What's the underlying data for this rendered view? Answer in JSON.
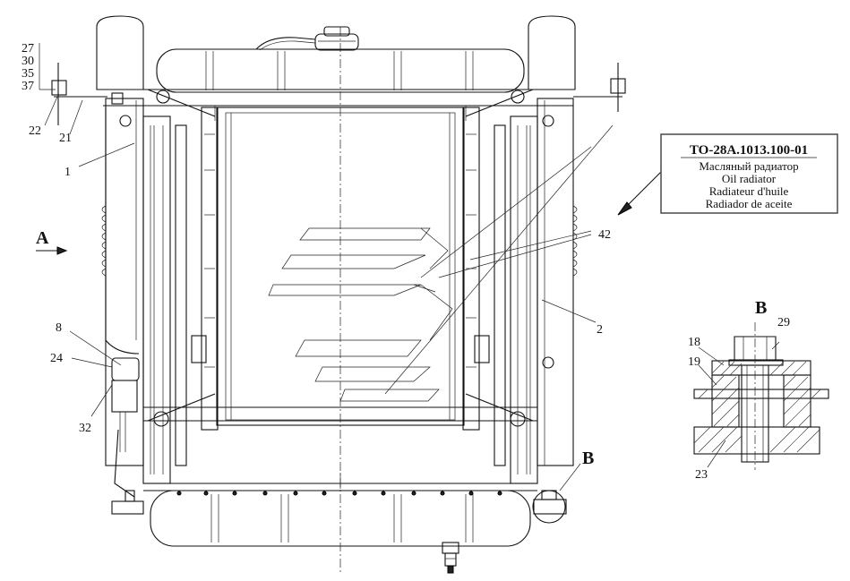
{
  "drawing": {
    "callouts": {
      "c27": "27",
      "c30": "30",
      "c35": "35",
      "c37": "37",
      "c22": "22",
      "c21": "21",
      "c1": "1",
      "c42": "42",
      "c8": "8",
      "c24": "24",
      "c32": "32",
      "c2": "2",
      "c29": "29",
      "c18": "18",
      "c19": "19",
      "c23": "23"
    },
    "view_a_label": "A",
    "view_b_label": "B",
    "detail_b_title": "B",
    "part_box": {
      "code": "ТО-28А.1013.100-01",
      "name_ru": "Масляный радиатор",
      "name_en": "Oil radiator",
      "name_fr": "Radiateur d'huile",
      "name_es": "Radiador de aceite"
    }
  }
}
